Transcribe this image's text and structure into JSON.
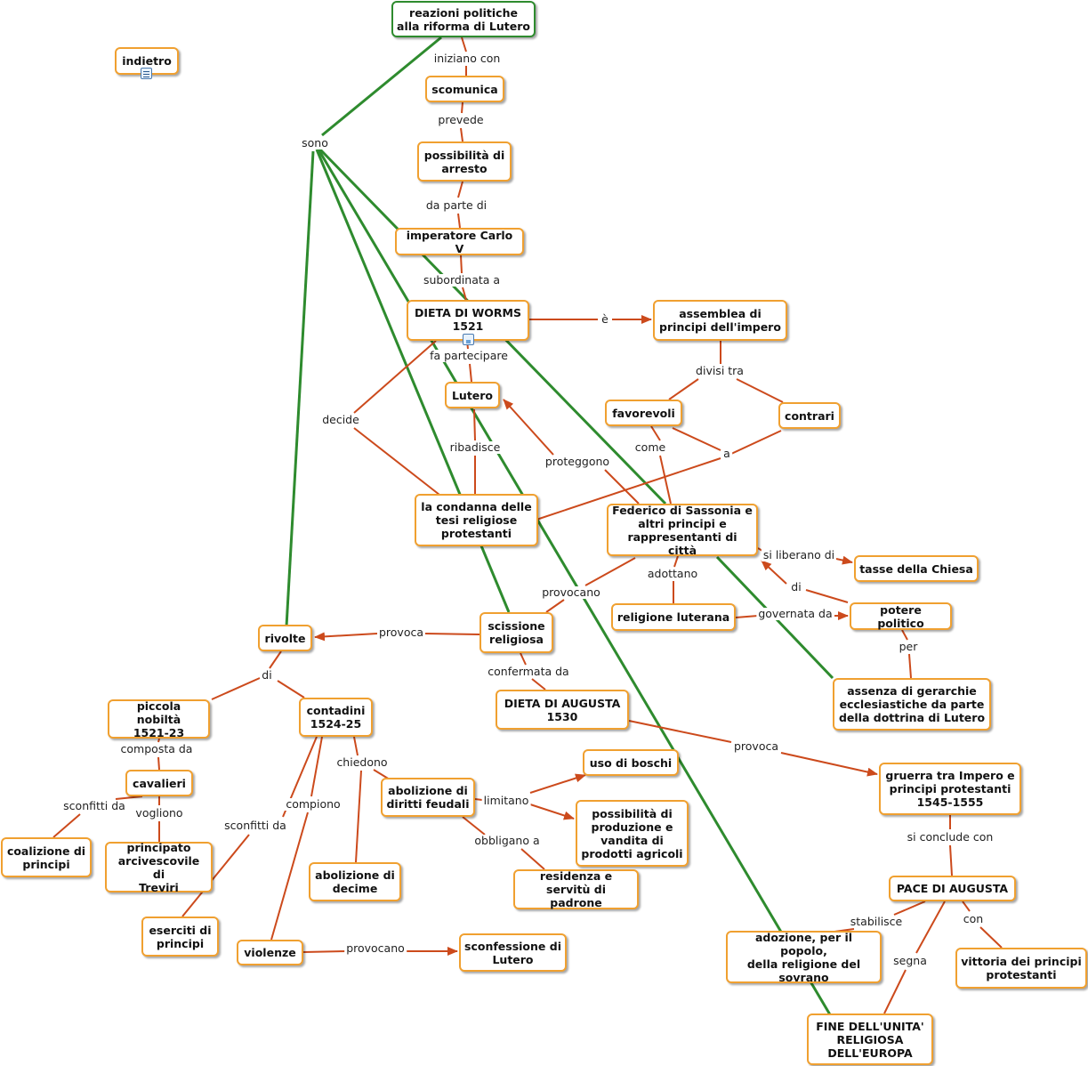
{
  "colors": {
    "green": "#2e8b2e",
    "red": "#cc4a1c",
    "node_border": "#f0a030"
  },
  "icons": {
    "concept_map_link": "map-document-icon",
    "image_link": "image-document-icon"
  },
  "nodes": [
    {
      "id": "root",
      "text": "reazioni politiche\nalla riforma di Lutero"
    },
    {
      "id": "indietro",
      "text": "indietro"
    },
    {
      "id": "scomunica",
      "text": "scomunica"
    },
    {
      "id": "arresto",
      "text": "possibilità di\narresto"
    },
    {
      "id": "carlo",
      "text": "imperatore Carlo V"
    },
    {
      "id": "worms",
      "text": "DIETA DI WORMS\n1521"
    },
    {
      "id": "assemblea",
      "text": "assemblea di\nprincipi dell'impero"
    },
    {
      "id": "lutero",
      "text": "Lutero"
    },
    {
      "id": "favorevoli",
      "text": "favorevoli"
    },
    {
      "id": "contrari",
      "text": "contrari"
    },
    {
      "id": "condanna",
      "text": "la condanna delle\ntesi religiose\nprotestanti"
    },
    {
      "id": "federico",
      "text": "Federico di Sassonia e\naltri principi e\nrappresentanti di città"
    },
    {
      "id": "tasse",
      "text": "tasse della Chiesa"
    },
    {
      "id": "luterana",
      "text": "religione luterana"
    },
    {
      "id": "potere",
      "text": "potere politico"
    },
    {
      "id": "scissione",
      "text": "scissione\nreligiosa"
    },
    {
      "id": "rivolte",
      "text": "rivolte"
    },
    {
      "id": "gerarchie",
      "text": "assenza di gerarchie\necclesiastiche da parte\ndella dottrina di Lutero"
    },
    {
      "id": "augusta_dieta",
      "text": "DIETA DI AUGUSTA\n1530"
    },
    {
      "id": "nobilta",
      "text": "piccola nobiltà\n1521-23"
    },
    {
      "id": "contadini",
      "text": "contadini\n1524-25"
    },
    {
      "id": "cavalieri",
      "text": "cavalieri"
    },
    {
      "id": "coalizione",
      "text": "coalizione di\nprincipi"
    },
    {
      "id": "treviri",
      "text": "principato\narcivescovile di\nTreviri"
    },
    {
      "id": "feudali",
      "text": "abolizione di\ndiritti feudali"
    },
    {
      "id": "decime",
      "text": "abolizione di\ndecime"
    },
    {
      "id": "boschi",
      "text": "uso di boschi"
    },
    {
      "id": "prodotti",
      "text": "possibilità di\nproduzione e\nvandita di\nprodotti agricoli"
    },
    {
      "id": "residenza",
      "text": "residenza e\nservitù di padrone"
    },
    {
      "id": "eserciti",
      "text": "eserciti di\nprincipi"
    },
    {
      "id": "violenze",
      "text": "violenze"
    },
    {
      "id": "sconfessione",
      "text": "sconfessione di\nLutero"
    },
    {
      "id": "guerra",
      "text": "gruerra tra Impero e\nprincipi protestanti\n1545-1555"
    },
    {
      "id": "pace",
      "text": "PACE DI AUGUSTA"
    },
    {
      "id": "adozione",
      "text": "adozione, per il popolo,\ndella religione del\nsovrano"
    },
    {
      "id": "vittoria",
      "text": "vittoria dei principi\nprotestanti"
    },
    {
      "id": "fine",
      "text": "FINE DELL'UNITA'\nRELIGIOSA\nDELL'EUROPA"
    }
  ],
  "labels": [
    {
      "id": "iniziano",
      "text": "iniziano con"
    },
    {
      "id": "sono",
      "text": "sono"
    },
    {
      "id": "prevede",
      "text": "prevede"
    },
    {
      "id": "daparte",
      "text": "da parte di"
    },
    {
      "id": "subordinata",
      "text": "subordinata a"
    },
    {
      "id": "e",
      "text": "è"
    },
    {
      "id": "fapart",
      "text": "fa partecipare"
    },
    {
      "id": "divisi",
      "text": "divisi tra"
    },
    {
      "id": "decide",
      "text": "decide"
    },
    {
      "id": "ribadisce",
      "text": "ribadisce"
    },
    {
      "id": "proteggono",
      "text": "proteggono"
    },
    {
      "id": "come",
      "text": "come"
    },
    {
      "id": "a",
      "text": "a"
    },
    {
      "id": "siliberano",
      "text": "si liberano di"
    },
    {
      "id": "di_pot",
      "text": "di"
    },
    {
      "id": "adottano",
      "text": "adottano"
    },
    {
      "id": "provocano1",
      "text": "provocano"
    },
    {
      "id": "governata",
      "text": "governata da"
    },
    {
      "id": "per",
      "text": "per"
    },
    {
      "id": "provoca1",
      "text": "provoca"
    },
    {
      "id": "confermata",
      "text": "confermata da"
    },
    {
      "id": "di_riv",
      "text": "di"
    },
    {
      "id": "provoca2",
      "text": "provoca"
    },
    {
      "id": "composta",
      "text": "composta da"
    },
    {
      "id": "chiedono",
      "text": "chiedono"
    },
    {
      "id": "sconfitti1",
      "text": "sconfitti da"
    },
    {
      "id": "vogliono",
      "text": "vogliono"
    },
    {
      "id": "limitano",
      "text": "limitano"
    },
    {
      "id": "compiono",
      "text": "compiono"
    },
    {
      "id": "sconfitti2",
      "text": "sconfitti da"
    },
    {
      "id": "obbligano",
      "text": "obbligano a"
    },
    {
      "id": "siconclude",
      "text": "si conclude con"
    },
    {
      "id": "provocano2",
      "text": "provocano"
    },
    {
      "id": "stabilisce",
      "text": "stabilisce"
    },
    {
      "id": "con",
      "text": "con"
    },
    {
      "id": "segna",
      "text": "segna"
    }
  ]
}
